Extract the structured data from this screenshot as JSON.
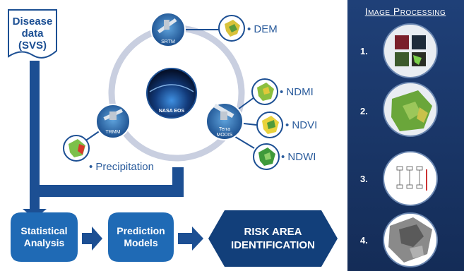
{
  "source_box": {
    "lines": [
      "Disease",
      "data",
      "(SVS)"
    ]
  },
  "center": {
    "label": "NASA EOS"
  },
  "satellites": [
    {
      "id": "srtm",
      "label_lines": [
        "SRTM"
      ]
    },
    {
      "id": "trmm",
      "label_lines": [
        "TRMM"
      ]
    },
    {
      "id": "terra",
      "label_lines": [
        "Terra",
        "MODIS"
      ]
    }
  ],
  "layers": [
    {
      "id": "dem",
      "label": "• DEM"
    },
    {
      "id": "ndmi",
      "label": "• NDMI"
    },
    {
      "id": "ndvi",
      "label": "• NDVI"
    },
    {
      "id": "ndwi",
      "label": "• NDWI"
    },
    {
      "id": "precipitation",
      "label": "• Precipitation"
    }
  ],
  "flow": [
    {
      "id": "statistical",
      "lines": [
        "Statistical",
        "Analysis"
      ]
    },
    {
      "id": "prediction",
      "lines": [
        "Prediction",
        "Models"
      ]
    },
    {
      "id": "risk",
      "lines": [
        "RISK AREA",
        "IDENTIFICATION"
      ]
    }
  ],
  "panel": {
    "title": "Image Processing",
    "steps": [
      "1.",
      "2.",
      "3.",
      "4."
    ]
  },
  "colors": {
    "primary": "#1c4f93",
    "ring": "#c9cfe0",
    "panel_bg": "#1c3a6e",
    "flow_light": "#1f6ab5",
    "flow_dark": "#123f7a"
  }
}
